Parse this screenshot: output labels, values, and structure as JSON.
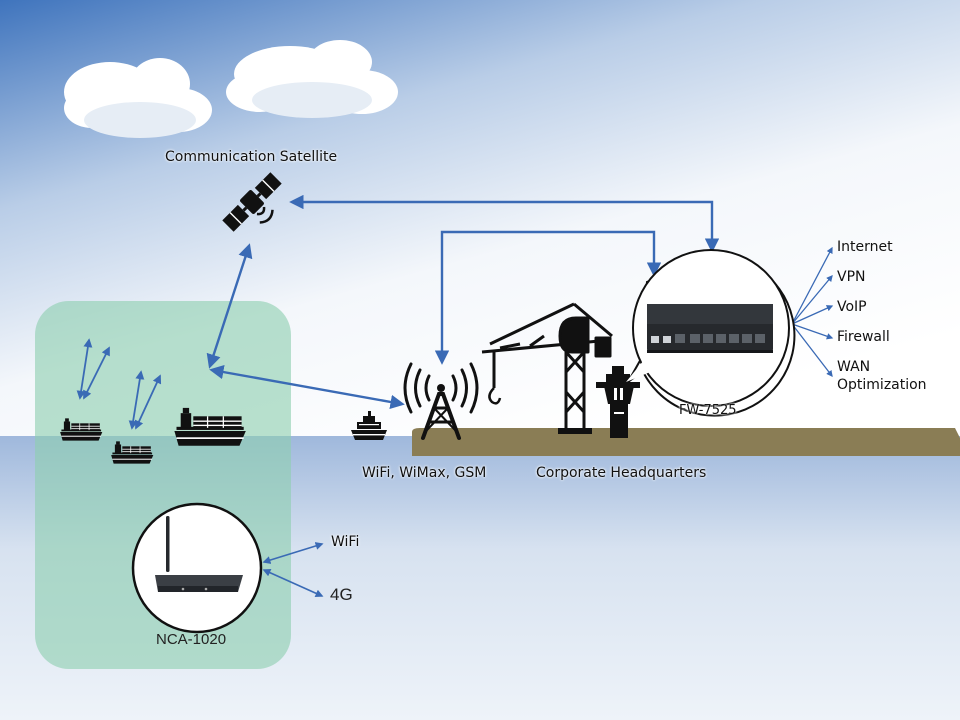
{
  "labels": {
    "satellite": "Communication Satellite",
    "tower": "WiFi, WiMax, GSM",
    "headquarters": "Corporate Headquarters",
    "fw_device": "FW-7525",
    "nca_device": "NCA-1020",
    "wifi_link": "WiFi",
    "cell_link": "4G"
  },
  "services": [
    "Internet",
    "VPN",
    "VoIP",
    "Firewall",
    "WAN\nOptimization"
  ],
  "icons": [
    "cloud-icon",
    "satellite-icon",
    "cargo-ship-icon",
    "ship-icon",
    "cell-tower-icon",
    "crane-icon",
    "control-tower-icon",
    "network-appliance-icon",
    "router-icon"
  ],
  "colors": {
    "arrow": "#3a6ab5",
    "land": "#8a7d55",
    "zone": "#8ecfb0",
    "sky_top": "#4a7fc0",
    "sea": "#aac0de"
  }
}
